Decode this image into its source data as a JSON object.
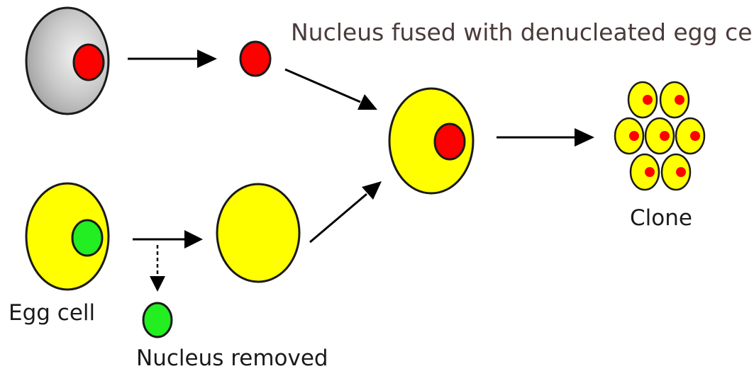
{
  "labels": {
    "fused": "Nucleus fused with denucleated egg cell",
    "egg_cell": "Egg cell",
    "nucleus_removed": "Nucleus removed",
    "clone": "Clone"
  },
  "colors": {
    "cell_yellow": "#ffff00",
    "nucleus_red": "#ff0000",
    "nucleus_green": "#22ee22",
    "donor_gray": "#c0c0c0",
    "outline": "#1a1a1a",
    "title_text": "#4a3a3a"
  }
}
